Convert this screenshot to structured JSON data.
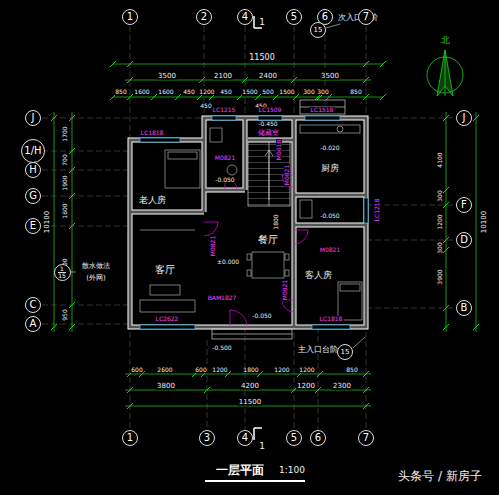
{
  "diagram": {
    "title": "一层平面",
    "nodes": [
      {
        "text": [
          "1"
        ]
      },
      {
        "text": [
          "2"
        ]
      },
      {
        "text": [
          "4"
        ]
      },
      {
        "text": [
          "5"
        ]
      },
      {
        "text": [
          "6"
        ]
      },
      {
        "text": [
          "7"
        ]
      },
      {
        "text": [
          "1"
        ]
      },
      {
        "text": [
          "3"
        ]
      },
      {
        "text": [
          "4"
        ]
      },
      {
        "text": [
          "5"
        ]
      },
      {
        "text": [
          "6"
        ]
      },
      {
        "text": [
          "7"
        ]
      },
      {
        "text": [
          "J"
        ]
      },
      {
        "text": [
          "1/H"
        ]
      },
      {
        "text": [
          "H"
        ]
      },
      {
        "text": [
          "G"
        ]
      },
      {
        "text": [
          "E"
        ]
      },
      {
        "text": [
          "C"
        ]
      },
      {
        "text": [
          "A"
        ]
      },
      {
        "text": [
          "J"
        ]
      },
      {
        "text": [
          "F"
        ]
      },
      {
        "text": [
          "D"
        ]
      },
      {
        "text": [
          "B"
        ]
      },
      {
        "text": [
          "15"
        ]
      },
      {
        "text": [
          "1",
          "15"
        ]
      },
      {
        "text": [
          "15"
        ]
      }
    ],
    "labels": [
      "11500",
      "3500",
      "2100",
      "2400",
      "3500",
      "850",
      "1600",
      "1600",
      "450",
      "1200",
      "450",
      "1500",
      "500",
      "1500",
      "300",
      "300",
      "850",
      "450",
      "450",
      "次入口台阶",
      "1",
      "北",
      "10100",
      "1700",
      "700",
      "1900",
      "1600",
      "3900",
      "950",
      "4100",
      "300",
      "1200",
      "300",
      "3900",
      "10100",
      "LC1215",
      "LC1509",
      "LC1518",
      "LC1818",
      "-0.450",
      "储藏室",
      "M0821",
      "-0.050",
      "M0618",
      "-0.020",
      "厨房",
      "老人房",
      "M0821",
      "1800",
      "M0821",
      "-0.050",
      "LC1218",
      "M0821",
      "客人房",
      "客厅",
      "餐厅",
      "±0.000",
      "M0821",
      "BAM1827",
      "-0.050",
      "LC2622",
      "LC1818",
      "-0.500",
      "主入口台阶",
      "散水做法",
      "(外网)",
      "600",
      "2600",
      "600",
      "1200",
      "1800",
      "1200",
      "1200",
      "850",
      "3800",
      "4200",
      "1200",
      "2300",
      "11500",
      "1",
      "1:100",
      "头条号 / 新房子"
    ]
  }
}
